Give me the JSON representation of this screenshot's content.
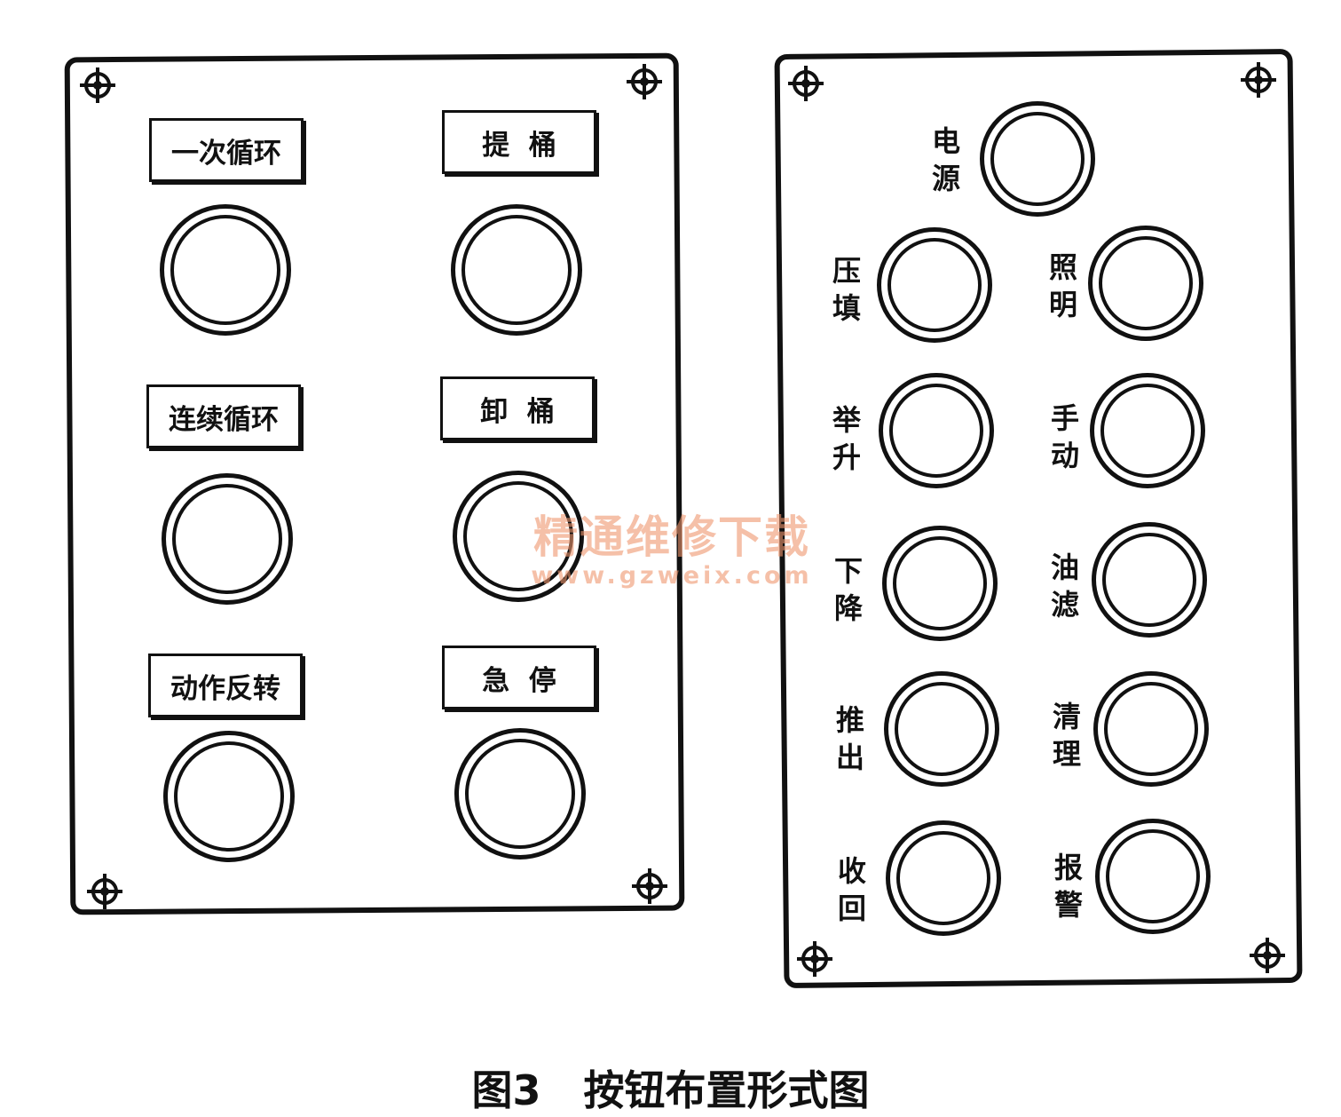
{
  "left_panel": {
    "labels": [
      "一次循环",
      "提  桶",
      "连续循环",
      "卸  桶",
      "动作反转",
      "急  停"
    ]
  },
  "right_panel": {
    "labels": [
      "电源",
      "压填",
      "照明",
      "举升",
      "手动",
      "下降",
      "油滤",
      "推出",
      "清理",
      "收回",
      "报警"
    ]
  },
  "watermark": {
    "line1": "精通维修下载",
    "line2": "www.gzweix.com",
    "color": "#EE966E"
  },
  "caption": "图3   按钮布置形式图",
  "icons": [
    "mounting-screw-icon"
  ]
}
